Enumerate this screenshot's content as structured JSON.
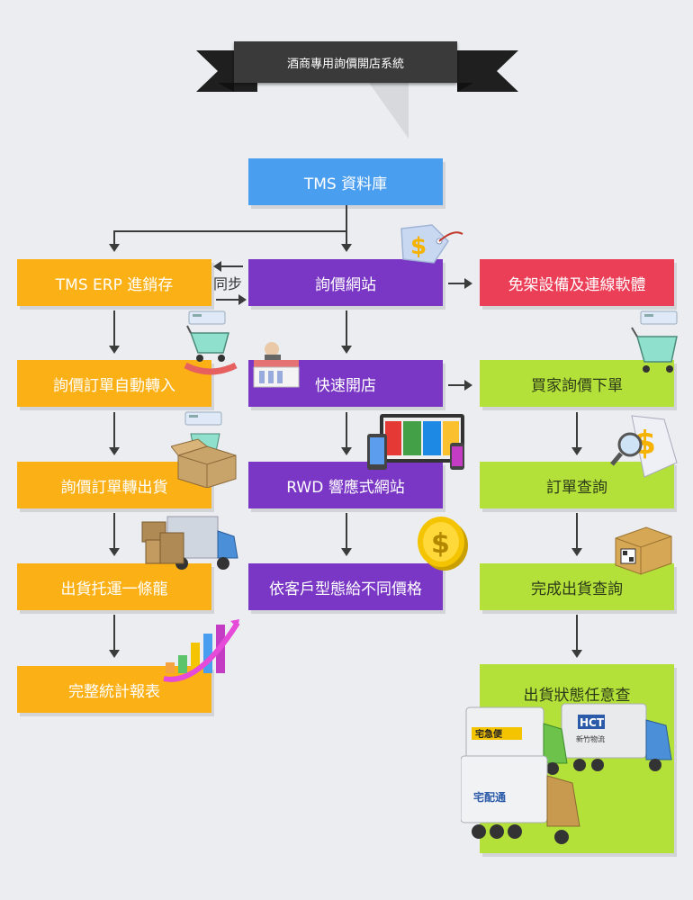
{
  "banner": {
    "title": "酒商專用詢價開店系統"
  },
  "sync_label": "同步",
  "nodes": {
    "db": "TMS 資料庫",
    "erp": "TMS ERP 進銷存",
    "inquiry_site": "詢價網站",
    "no_shelf": "免架設備及連線軟體",
    "auto_convert": "詢價訂單自動轉入",
    "quick_shop": "快速開店",
    "buyer_order": "買家詢價下單",
    "to_shipment": "詢價訂單轉出貨",
    "rwd": "RWD 響應式網站",
    "order_query": "訂單查詢",
    "consign": "出貨托運一條龍",
    "price_by_type": "依客戶型態給不同價格",
    "ship_query": "完成出貨查詢",
    "stats": "完整統計報表",
    "status_query": "出貨狀態任意查"
  },
  "logos": {
    "kuroneko": "宅急便",
    "hct": "HCT",
    "hct_sub": "新竹物流",
    "pelican": "宅配通"
  },
  "colors": {
    "blue": "#4a9eef",
    "orange": "#fbb016",
    "purple": "#7a36c4",
    "red": "#ea3f57",
    "green": "#b3e13a"
  }
}
